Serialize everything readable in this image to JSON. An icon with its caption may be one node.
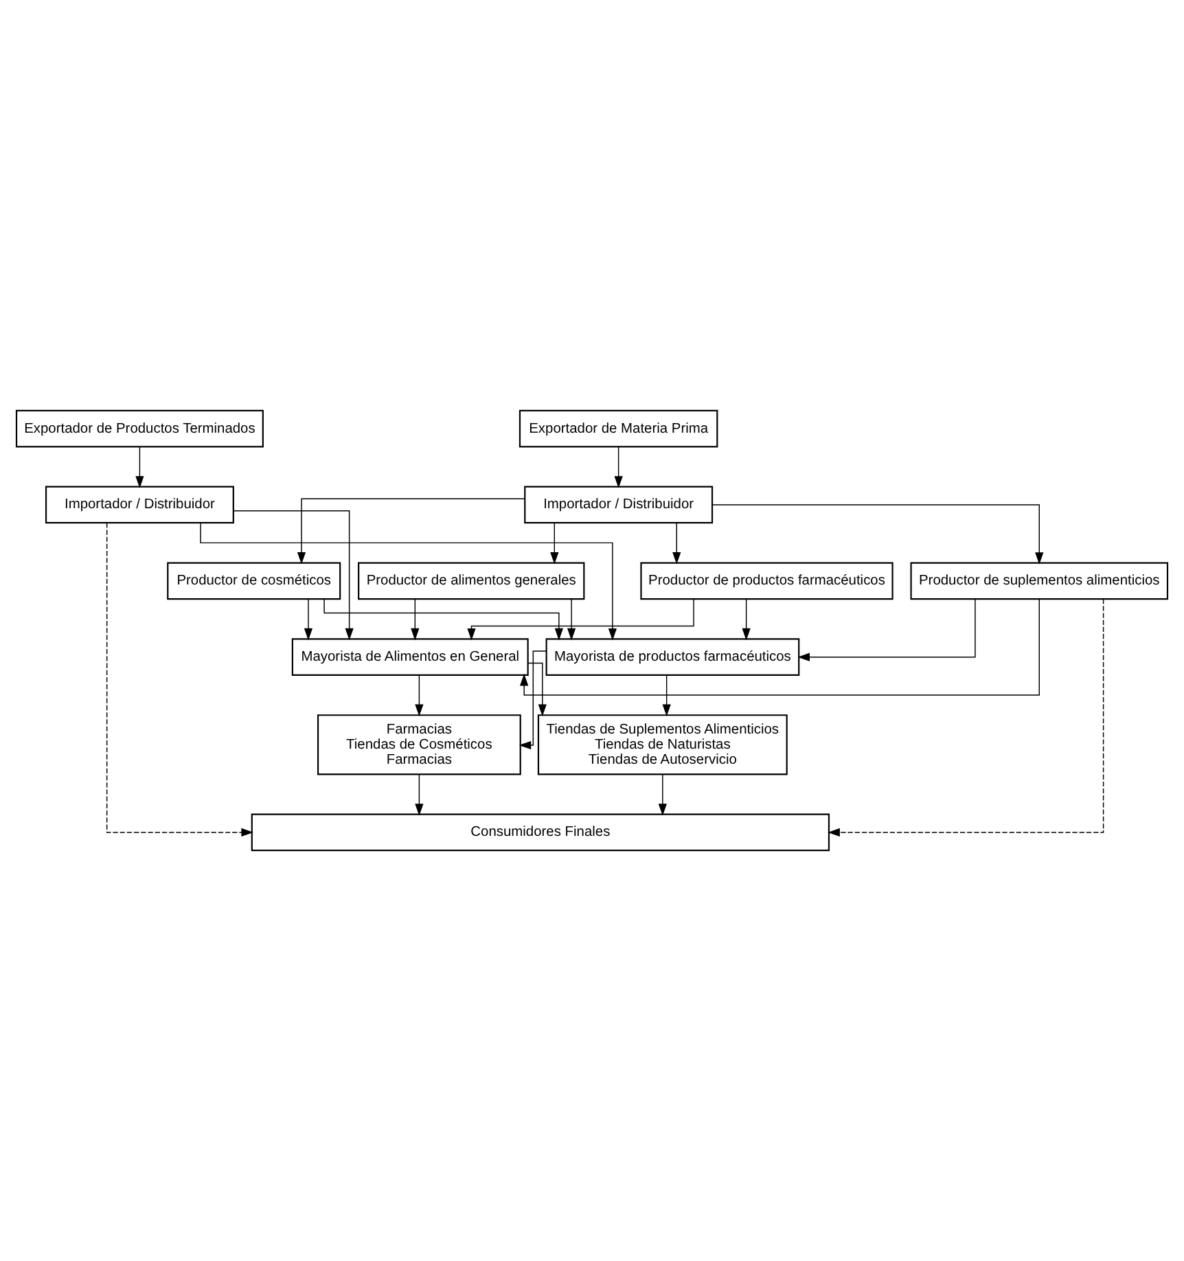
{
  "diagram": {
    "nodes": [
      {
        "text": [
          "Exportador de Materia Prima"
        ]
      },
      {
        "text": [
          "Exportador de Productos Terminados"
        ]
      },
      {
        "text": [
          "Importador / Distribuidor"
        ]
      },
      {
        "text": [
          "Importador / Distribuidor"
        ]
      },
      {
        "text": [
          "Productor de suplementos alimenticios"
        ]
      },
      {
        "text": [
          "Productor de alimentos generales"
        ]
      },
      {
        "text": [
          "Productor de productos farmacéuticos"
        ]
      },
      {
        "text": [
          "Productor de cosméticos"
        ]
      },
      {
        "text": [
          "Mayorista de Alimentos en General"
        ]
      },
      {
        "text": [
          "Mayorista de productos farmacéuticos"
        ]
      },
      {
        "text": [
          "Tiendas de Suplementos Alimenticios",
          "Tiendas de Naturistas",
          "Tiendas de Autoservicio"
        ]
      },
      {
        "text": [
          "Farmacias",
          "Tiendas de Cosméticos",
          "Farmacias"
        ]
      },
      {
        "text": [
          "Consumidores Finales"
        ]
      }
    ],
    "edges": [
      {
        "from": 0,
        "to": 2,
        "arrow": "to"
      },
      {
        "from": 1,
        "to": 3,
        "arrow": "to"
      },
      {
        "from": 2,
        "to": 4,
        "arrow": "to"
      },
      {
        "from": 2,
        "to": 5,
        "arrow": "to"
      },
      {
        "from": 2,
        "to": 6,
        "arrow": "to"
      },
      {
        "from": 2,
        "to": 7,
        "arrow": "to"
      },
      {
        "from": 4,
        "to": 8,
        "arrow": "to"
      },
      {
        "from": 5,
        "to": 8,
        "arrow": "to"
      },
      {
        "from": 6,
        "to": 8,
        "arrow": "to"
      },
      {
        "from": 7,
        "to": 8,
        "arrow": "to"
      },
      {
        "from": 4,
        "to": 9,
        "arrow": "to"
      },
      {
        "from": 5,
        "to": 9,
        "arrow": "to"
      },
      {
        "from": 6,
        "to": 9,
        "arrow": "to"
      },
      {
        "from": 7,
        "to": 9,
        "arrow": "to"
      },
      {
        "from": 3,
        "to": 8,
        "arrow": "to"
      },
      {
        "from": 3,
        "to": 9,
        "arrow": "to"
      },
      {
        "from": 8,
        "to": 10,
        "arrow": "to"
      },
      {
        "from": 9,
        "to": 10,
        "arrow": "to"
      },
      {
        "from": 8,
        "to": 11,
        "arrow": "to"
      },
      {
        "from": 9,
        "to": 11,
        "arrow": "to"
      },
      {
        "from": 10,
        "to": 12,
        "arrow": "to"
      },
      {
        "from": 11,
        "to": 12,
        "arrow": "to"
      },
      {
        "from": 4,
        "to": 12,
        "arrow": "to",
        "style": "dashed"
      },
      {
        "from": 3,
        "to": 12,
        "arrow": "to",
        "style": "dashed"
      }
    ]
  }
}
